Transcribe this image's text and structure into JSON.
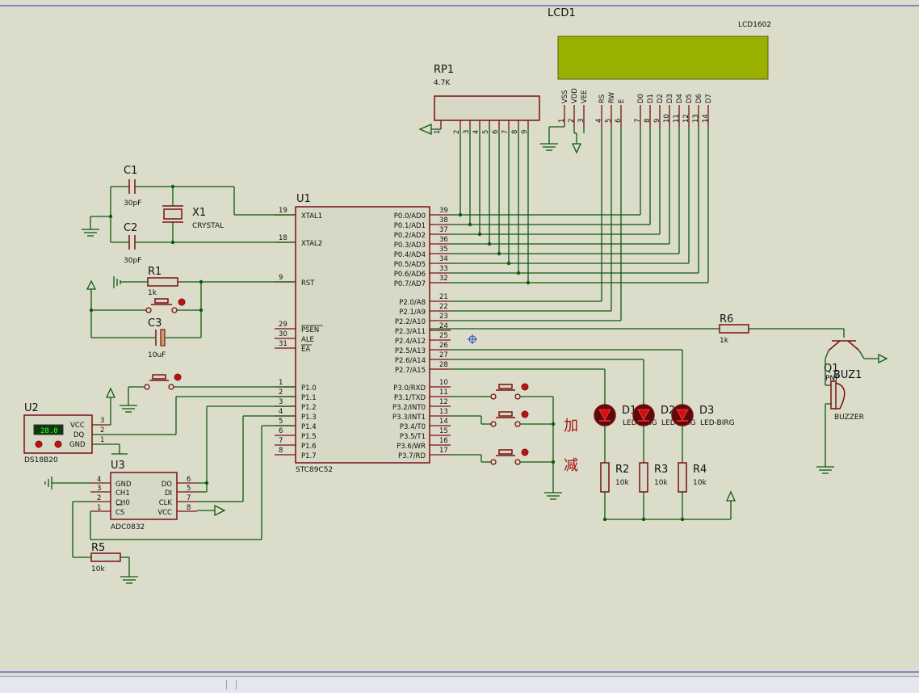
{
  "components": {
    "lcd": {
      "ref": "LCD1",
      "model": "LCD1602",
      "pins": [
        "VSS",
        "VDD",
        "VEE",
        "RS",
        "RW",
        "E",
        "D0",
        "D1",
        "D2",
        "D3",
        "D4",
        "D5",
        "D6",
        "D7"
      ],
      "nums": [
        "1",
        "2",
        "3",
        "4",
        "5",
        "6",
        "7",
        "8",
        "9",
        "10",
        "11",
        "12",
        "13",
        "14"
      ],
      "screen_color": "#9ab000"
    },
    "rp1": {
      "ref": "RP1",
      "value": "4.7K",
      "nums": [
        "1",
        "2",
        "3",
        "4",
        "5",
        "6",
        "7",
        "8",
        "9"
      ]
    },
    "c1": {
      "ref": "C1",
      "value": "30pF"
    },
    "c2": {
      "ref": "C2",
      "value": "30pF"
    },
    "c3": {
      "ref": "C3",
      "value": "10uF"
    },
    "x1": {
      "ref": "X1",
      "value": "CRYSTAL"
    },
    "r1": {
      "ref": "R1",
      "value": "1k"
    },
    "r2": {
      "ref": "R2",
      "value": "10k"
    },
    "r3": {
      "ref": "R3",
      "value": "10k"
    },
    "r4": {
      "ref": "R4",
      "value": "10k"
    },
    "r5": {
      "ref": "R5",
      "value": "10k"
    },
    "r6": {
      "ref": "R6",
      "value": "1k"
    },
    "q1": {
      "ref": "Q1",
      "value": "PNP"
    },
    "buz1": {
      "ref": "BUZ1",
      "value": "BUZZER"
    },
    "d1": {
      "ref": "D1",
      "value": "LED-BIRG"
    },
    "d2": {
      "ref": "D2",
      "value": "LED-BIRG"
    },
    "d3": {
      "ref": "D3",
      "value": "LED-BIRG"
    },
    "u2": {
      "ref": "U2",
      "model": "DS18B20",
      "reading": "28.0",
      "pins": [
        "VCC",
        "DQ",
        "GND"
      ],
      "nums": [
        "3",
        "2",
        "1"
      ]
    },
    "u3": {
      "ref": "U3",
      "model": "ADC0832",
      "left_pins": [
        "GND",
        "CH1",
        "CH0",
        "CS"
      ],
      "left_nums": [
        "4",
        "3",
        "2",
        "1"
      ],
      "right_pins": [
        "DO",
        "DI",
        "CLK",
        "VCC"
      ],
      "right_nums": [
        "6",
        "5",
        "7",
        "8"
      ]
    },
    "u1": {
      "ref": "U1",
      "model": "STC89C52",
      "left_pins": [
        {
          "name": "XTAL1",
          "num": "19"
        },
        {
          "name": "XTAL2",
          "num": "18"
        },
        {
          "name": "RST",
          "num": "9"
        },
        {
          "name": "PSEN",
          "num": "29"
        },
        {
          "name": "ALE",
          "num": "30"
        },
        {
          "name": "EA",
          "num": "31"
        },
        {
          "name": "P1.0",
          "num": "1"
        },
        {
          "name": "P1.1",
          "num": "2"
        },
        {
          "name": "P1.2",
          "num": "3"
        },
        {
          "name": "P1.3",
          "num": "4"
        },
        {
          "name": "P1.4",
          "num": "5"
        },
        {
          "name": "P1.5",
          "num": "6"
        },
        {
          "name": "P1.6",
          "num": "7"
        },
        {
          "name": "P1.7",
          "num": "8"
        }
      ],
      "right_pins": [
        {
          "name": "P0.0/AD0",
          "num": "39"
        },
        {
          "name": "P0.1/AD1",
          "num": "38"
        },
        {
          "name": "P0.2/AD2",
          "num": "37"
        },
        {
          "name": "P0.3/AD3",
          "num": "36"
        },
        {
          "name": "P0.4/AD4",
          "num": "35"
        },
        {
          "name": "P0.5/AD5",
          "num": "34"
        },
        {
          "name": "P0.6/AD6",
          "num": "33"
        },
        {
          "name": "P0.7/AD7",
          "num": "32"
        },
        {
          "name": "P2.0/A8",
          "num": "21"
        },
        {
          "name": "P2.1/A9",
          "num": "22"
        },
        {
          "name": "P2.2/A10",
          "num": "23"
        },
        {
          "name": "P2.3/A11",
          "num": "24"
        },
        {
          "name": "P2.4/A12",
          "num": "25"
        },
        {
          "name": "P2.5/A13",
          "num": "26"
        },
        {
          "name": "P2.6/A14",
          "num": "27"
        },
        {
          "name": "P2.7/A15",
          "num": "28"
        },
        {
          "name": "P3.0/RXD",
          "num": "10"
        },
        {
          "name": "P3.1/TXD",
          "num": "11"
        },
        {
          "name": "P3.2/INT0",
          "num": "12"
        },
        {
          "name": "P3.3/INT1",
          "num": "13"
        },
        {
          "name": "P3.4/T0",
          "num": "14"
        },
        {
          "name": "P3.5/T1",
          "num": "15"
        },
        {
          "name": "P3.6/WR",
          "num": "16"
        },
        {
          "name": "P3.7/RD",
          "num": "17"
        }
      ]
    }
  },
  "labels": {
    "plus": "加",
    "minus": "减"
  },
  "colors": {
    "wire": "#0b5a0b",
    "component": "#7a1010",
    "background": "#dcdccb"
  }
}
